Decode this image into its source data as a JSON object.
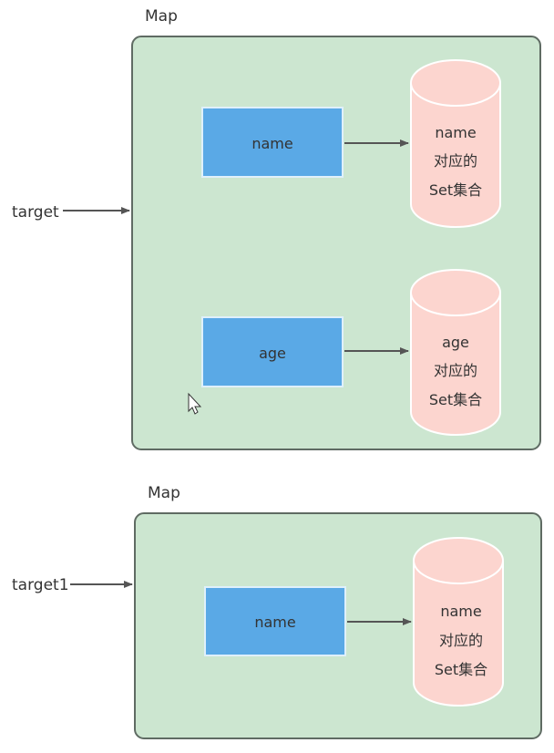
{
  "colors": {
    "map_fill": "#cce6d0",
    "map_stroke": "#5f6b63",
    "key_fill": "#5aa9e6",
    "key_stroke": "#dff0fb",
    "cylinder_fill": "#fcd5cf",
    "cylinder_stroke": "#ffffff",
    "arrow": "#555555",
    "text": "#333333"
  },
  "diagram_top": {
    "map_label": "Map",
    "target_label": "target",
    "entries": [
      {
        "key": "name",
        "set_lines": [
          "name",
          "对应的",
          "Set集合"
        ]
      },
      {
        "key": "age",
        "set_lines": [
          "age",
          "对应的",
          "Set集合"
        ]
      }
    ]
  },
  "diagram_bottom": {
    "map_label": "Map",
    "target_label": "target1",
    "entries": [
      {
        "key": "name",
        "set_lines": [
          "name",
          "对应的",
          "Set集合"
        ]
      }
    ]
  },
  "cursor_icon": "mouse-pointer-icon"
}
